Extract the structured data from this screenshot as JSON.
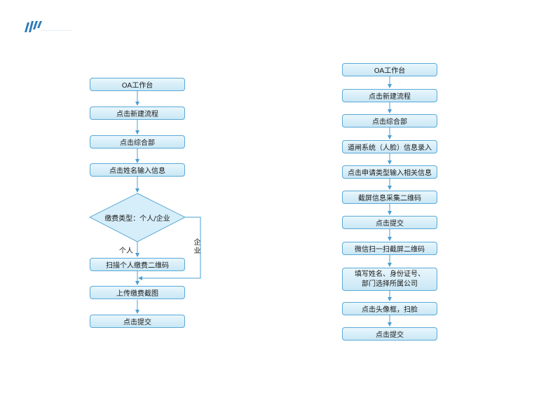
{
  "logo": {
    "small_text": "……………………………………"
  },
  "left_flow": {
    "nodes": [
      "OA工作台",
      "点击新建流程",
      "点击综合部",
      "点击姓名输入信息",
      "扫描个人缴费二维码",
      "上传缴费截图",
      "点击提交"
    ],
    "decision": "缴费类型：个人/企业",
    "branch_personal": "个人",
    "branch_company": "企业"
  },
  "right_flow": {
    "nodes": [
      "OA工作台",
      "点击新建流程",
      "点击综合部",
      "道闸系统（人脸）信息录入",
      "点击申请类型输入相关信息",
      "截屏信息采集二维码",
      "点击提交",
      "微信扫一扫截屏二维码",
      "点击头像框，扫脸",
      "点击提交"
    ],
    "tall_node": [
      "填写姓名、身份证号、",
      "部门选择所属公司"
    ]
  },
  "colors": {
    "node_border": "#5aa9d6",
    "node_fill": "#d6eef9",
    "arrow": "#4a9fd3",
    "logo": "#2d7bb8"
  }
}
